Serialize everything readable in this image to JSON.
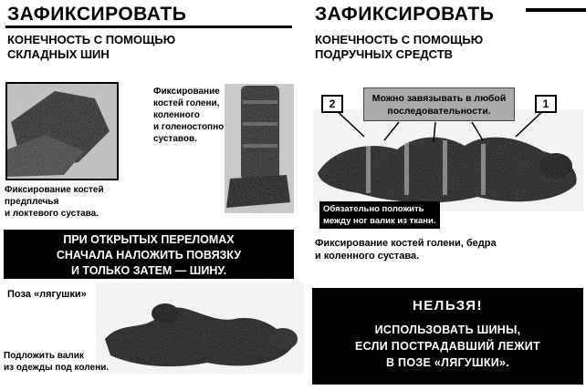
{
  "colors": {
    "ink": "#000000",
    "paper": "#ffffff",
    "photo_gray": "#9a9a9a"
  },
  "left": {
    "title": "ЗАФИКСИРОВАТЬ",
    "subtitle_lines": [
      "КОНЕЧНОСТЬ С ПОМОЩЬЮ",
      "СКЛАДНЫХ ШИН"
    ],
    "forearm_caption_lines": [
      "Фиксирование костей",
      "предплечья",
      "и локтевого сустава."
    ],
    "shin_caption_lines": [
      "Фиксирование",
      "костей голени,",
      "коленного",
      "и голеностопного",
      "суставов."
    ],
    "warning_lines": [
      "ПРИ ОТКРЫТЫХ ПЕРЕЛОМАХ",
      "СНАЧАЛА НАЛОЖИТЬ ПОВЯЗКУ",
      "И ТОЛЬКО ЗАТЕМ — ШИНУ."
    ],
    "frog_pose_label": "Поза «лягушки»",
    "roller_caption_lines": [
      "Подложить валик",
      "из одежды под колени."
    ]
  },
  "right": {
    "title": "ЗАФИКСИРОВАТЬ",
    "subtitle_lines": [
      "КОНЕЧНОСТЬ С ПОМОЩЬЮ",
      "ПОДРУЧНЫХ СРЕДСТВ"
    ],
    "marker_left": "2",
    "marker_right": "1",
    "order_note_lines": [
      "Можно завязывать в любой",
      "последовательности."
    ],
    "roller_note_lines": [
      "Обязательно положить",
      "между ног валик из ткани."
    ],
    "caption_lines": [
      "Фиксирование костей голени, бедра",
      "и коленного сустава."
    ],
    "forbidden_title": "НЕЛЬЗЯ!",
    "forbidden_lines": [
      "ИСПОЛЬЗОВАТЬ ШИНЫ,",
      "ЕСЛИ ПОСТРАДАВШИЙ ЛЕЖИТ",
      "В ПОЗЕ «ЛЯГУШКИ»."
    ]
  }
}
